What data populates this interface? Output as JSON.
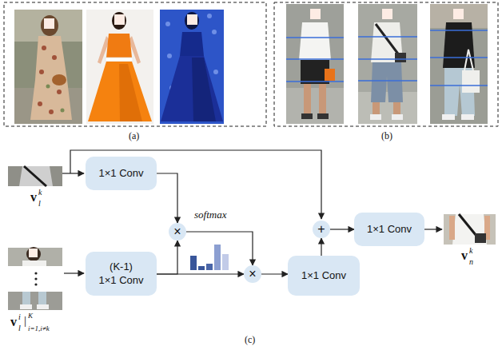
{
  "diagram": {
    "nodes": [
      {
        "text": [
          "1×1 Conv"
        ]
      },
      {
        "text": [
          "(K-1)",
          "1×1 Conv"
        ]
      },
      {
        "text": [
          "×"
        ]
      },
      {
        "text": [
          "×"
        ]
      },
      {
        "text": [
          "1×1 Conv"
        ]
      },
      {
        "text": [
          "+"
        ]
      },
      {
        "text": [
          "1×1 Conv"
        ]
      }
    ],
    "edges": [
      {
        "from": 0,
        "to": 2,
        "arrow": "to"
      },
      {
        "from": 1,
        "to": 2,
        "arrow": "to"
      },
      {
        "from": 2,
        "to": 3,
        "arrow": "to"
      },
      {
        "from": 1,
        "to": 3,
        "arrow": "to"
      },
      {
        "from": 3,
        "to": 4,
        "arrow": "to"
      },
      {
        "from": 4,
        "to": 5,
        "arrow": "to"
      },
      {
        "from": 5,
        "to": 6,
        "arrow": "to"
      }
    ],
    "labels": [
      "(a)",
      "(b)",
      "softmax",
      "v",
      "k",
      "l",
      "v",
      "i",
      "l",
      "|",
      "i=1,i≠k",
      "K",
      "v",
      "k",
      "n",
      "(c)"
    ]
  }
}
